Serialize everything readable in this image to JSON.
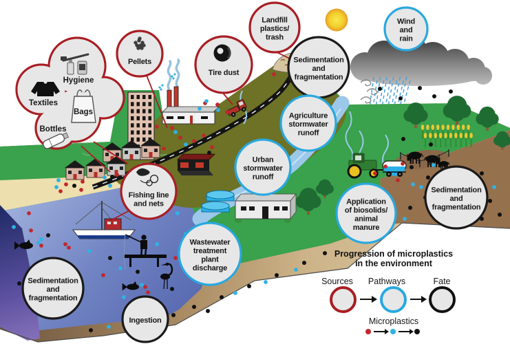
{
  "palette": {
    "source_red": "#a81e24",
    "pathway_blue": "#29a8df",
    "fate_black": "#1a1a1a",
    "bubble_fill": "#e7e7e7",
    "microplastic_dot_red": "#c0272d",
    "microplastic_dot_blue": "#2fb2e6",
    "microplastic_dot_black": "#111111"
  },
  "cluster": {
    "category": "source",
    "items": [
      {
        "id": "hygiene",
        "label": "Hygiene",
        "icon": "hygiene-icon"
      },
      {
        "id": "textiles",
        "label": "Textiles",
        "icon": "textiles-icon"
      },
      {
        "id": "bags",
        "label": "Bags",
        "icon": "bags-icon"
      },
      {
        "id": "bottles",
        "label": "Bottles",
        "icon": "bottles-icon"
      }
    ]
  },
  "bubbles": [
    {
      "id": "pellets",
      "category": "source",
      "lines": [
        "Pellets"
      ],
      "icon": "pellets-icon"
    },
    {
      "id": "tire-dust",
      "category": "source",
      "lines": [
        "Tire dust"
      ],
      "icon": "tire-icon"
    },
    {
      "id": "landfill",
      "category": "source",
      "lines": [
        "Landfill",
        "plastics/",
        "trash"
      ]
    },
    {
      "id": "sedimentation-top",
      "category": "fate",
      "lines": [
        "Sedimentation",
        "and",
        "fragmentation"
      ]
    },
    {
      "id": "wind-and-rain",
      "category": "pathway",
      "lines": [
        "Wind",
        "and",
        "rain"
      ]
    },
    {
      "id": "agriculture-stormwater-runoff",
      "category": "pathway",
      "lines": [
        "Agriculture",
        "stormwater",
        "runoff"
      ]
    },
    {
      "id": "urban-stormwater-runoff",
      "category": "pathway",
      "lines": [
        "Urban",
        "stormwater",
        "runoff"
      ]
    },
    {
      "id": "application-biosolids",
      "category": "pathway",
      "lines": [
        "Application",
        "of biosolids/",
        "animal",
        "manure"
      ]
    },
    {
      "id": "sedimentation-right",
      "category": "fate",
      "lines": [
        "Sedimentation",
        "and",
        "fragmentation"
      ]
    },
    {
      "id": "fishing-line",
      "category": "source",
      "lines": [
        "Fishing line",
        "and nets"
      ],
      "icon": "fishing-line-icon"
    },
    {
      "id": "wwtp-discharge",
      "category": "pathway",
      "lines": [
        "Wastewater",
        "treatment",
        "plant",
        "discharge"
      ]
    },
    {
      "id": "sedimentation-left",
      "category": "fate",
      "lines": [
        "Sedimentation",
        "and",
        "fragmentation"
      ]
    },
    {
      "id": "ingestion",
      "category": "fate",
      "lines": [
        "Ingestion"
      ]
    }
  ],
  "legend": {
    "title_line1": "Progression of microplastics",
    "title_line2": "in the environment",
    "stages": [
      {
        "id": "sources",
        "label": "Sources",
        "category": "source"
      },
      {
        "id": "pathways",
        "label": "Pathways",
        "category": "pathway"
      },
      {
        "id": "fate",
        "label": "Fate",
        "category": "fate"
      }
    ],
    "microplastics_label": "Microplastics"
  }
}
